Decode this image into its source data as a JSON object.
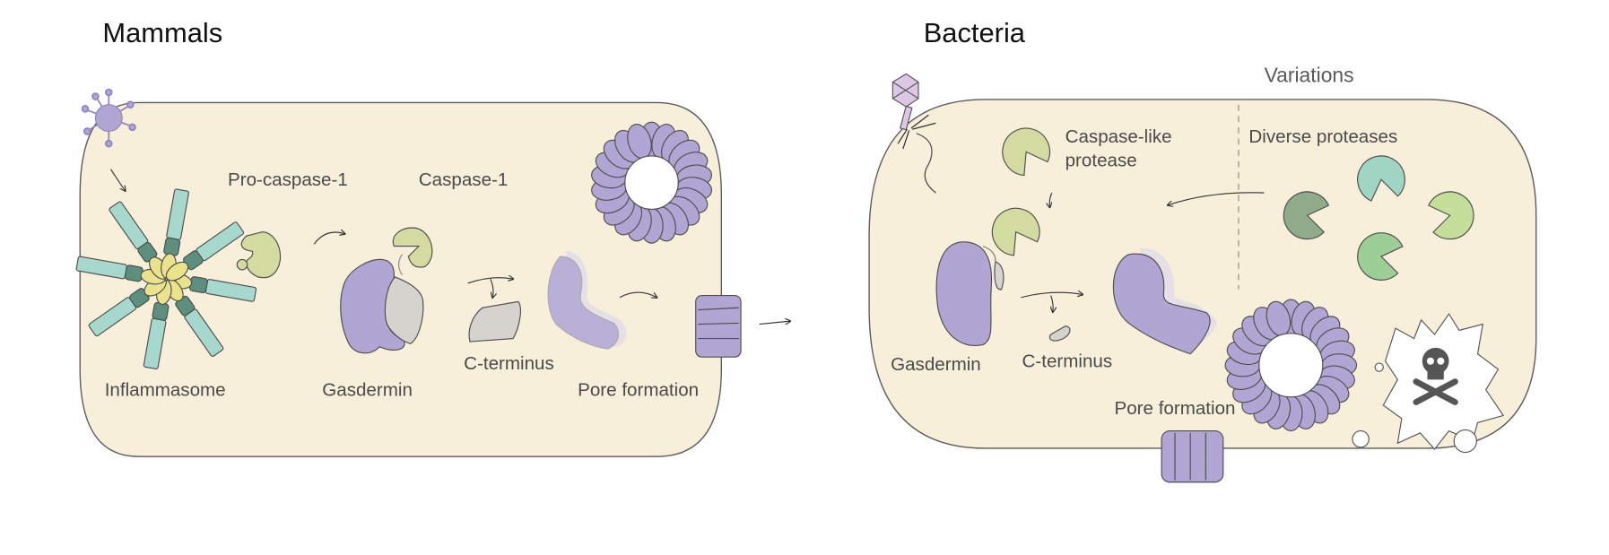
{
  "mammals": {
    "title": "Mammals",
    "labels": {
      "pro_caspase": "Pro-caspase-1",
      "caspase": "Caspase-1",
      "inflammasome": "Inflammasome",
      "gasdermin": "Gasdermin",
      "c_terminus": "C-terminus",
      "pore_formation": "Pore formation"
    }
  },
  "bacteria": {
    "title": "Bacteria",
    "labels": {
      "variations": "Variations",
      "caspase_like_1": "Caspase-like",
      "caspase_like_2": "protease",
      "diverse_proteases": "Diverse proteases",
      "gasdermin": "Gasdermin",
      "c_terminus": "C-terminus",
      "pore_formation": "Pore formation"
    }
  },
  "colors": {
    "cell": "#f8efdb",
    "gasdermin": "#b1a6d3",
    "protease": "#d3dba0",
    "c_terminus": "#d6d3ce",
    "inflammasome_rod": "#a6d8cd",
    "inflammasome_core": "#e9e38c",
    "inflammasome_joint": "#5c8f7e"
  }
}
